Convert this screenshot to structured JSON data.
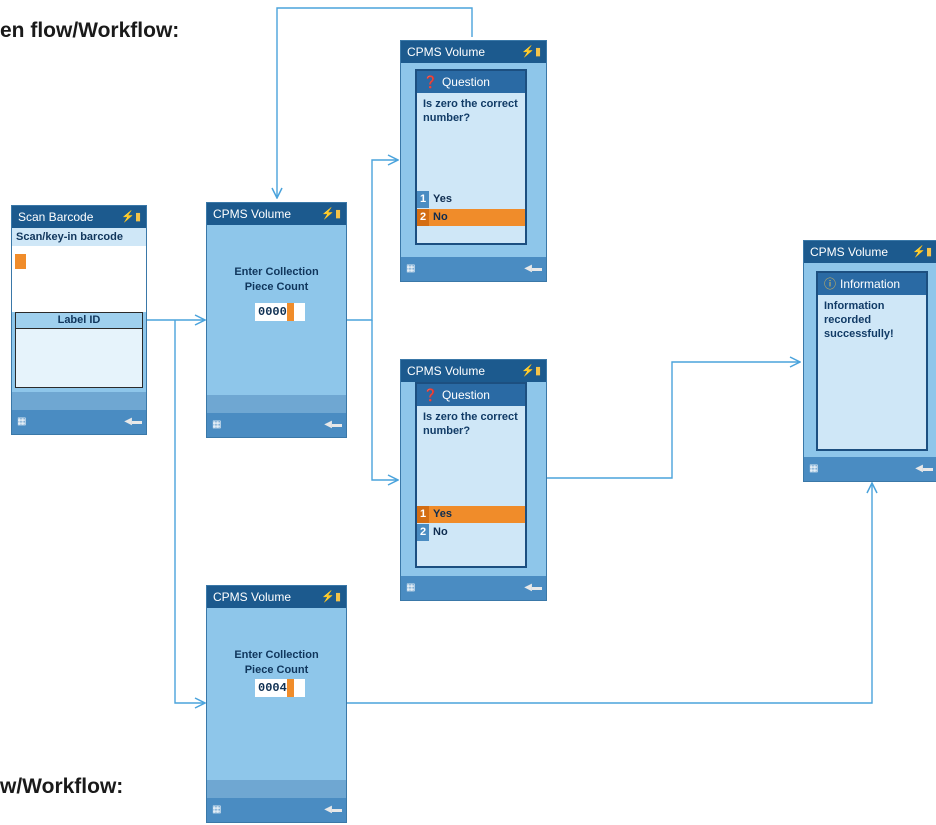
{
  "headings": {
    "top": "en flow/Workflow:",
    "bottom": "w/Workflow:"
  },
  "screens": {
    "scan": {
      "title": "Scan Barcode",
      "prompt": "Scan/key-in barcode",
      "label": "Label ID"
    },
    "count_zero": {
      "title": "CPMS Volume",
      "prompt": "Enter Collection Piece Count",
      "value": "0000"
    },
    "question_no": {
      "title": "CPMS Volume",
      "dialog_title": "Question",
      "question": "Is zero the correct number?",
      "options": [
        {
          "num": "1",
          "label": "Yes",
          "selected": false
        },
        {
          "num": "2",
          "label": "No",
          "selected": true
        }
      ]
    },
    "question_yes": {
      "title": "CPMS Volume",
      "dialog_title": "Question",
      "question": "Is zero the correct number?",
      "options": [
        {
          "num": "1",
          "label": "Yes",
          "selected": true
        },
        {
          "num": "2",
          "label": "No",
          "selected": false
        }
      ]
    },
    "count_nonzero": {
      "title": "CPMS Volume",
      "prompt": "Enter Collection Piece Count",
      "value": "0004"
    },
    "information": {
      "title": "CPMS Volume",
      "dialog_title": "Information",
      "message": "Information recorded successfully!"
    }
  },
  "colors": {
    "connector": "#4aa3dc",
    "title_bar": "#1c5a8e",
    "screen_bg": "#8ec6ea",
    "highlight": "#f08c2a"
  },
  "icons": [
    "question-icon",
    "information-icon",
    "arrow-icon"
  ]
}
